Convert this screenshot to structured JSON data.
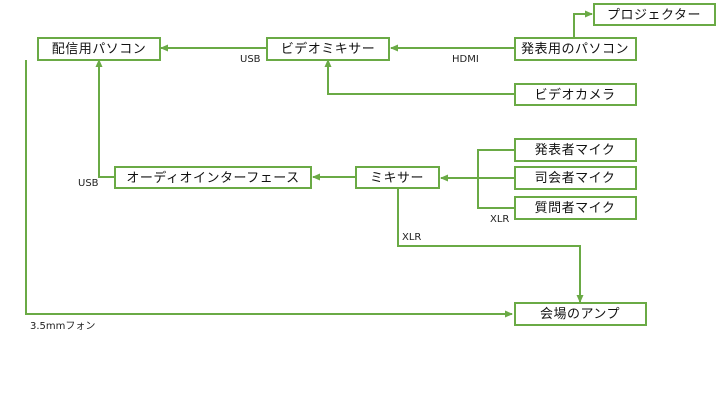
{
  "theme": {
    "stroke": "#6aaa45",
    "text": "#111111",
    "background": "#ffffff"
  },
  "nodes": {
    "pc_stream": "配信用パソコン",
    "video_mixer": "ビデオミキサー",
    "pc_presenter": "発表用のパソコン",
    "projector": "プロジェクター",
    "video_camera": "ビデオカメラ",
    "audio_interface": "オーディオインターフェース",
    "mixer": "ミキサー",
    "mic_presenter": "発表者マイク",
    "mic_host": "司会者マイク",
    "mic_question": "質問者マイク",
    "amp": "会場のアンプ"
  },
  "labels": {
    "usb_video": "USB",
    "hdmi": "HDMI",
    "usb_audio": "USB",
    "xlr_mics": "XLR",
    "xlr_amp": "XLR",
    "phone": "3.5mmフォン"
  }
}
